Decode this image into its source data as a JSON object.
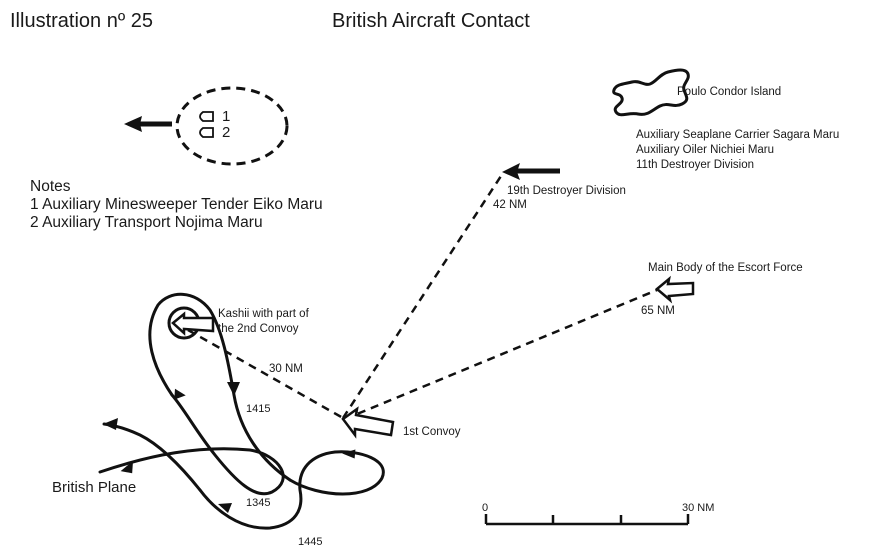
{
  "header": {
    "illustration_number": "Illustration nº 25",
    "title": "British Aircraft Contact"
  },
  "ship_group": {
    "ship_markers": [
      "1",
      "2"
    ]
  },
  "notes": {
    "heading": "Notes",
    "items": [
      "1 Auxiliary Minesweeper Tender Eiko Maru",
      "2 Auxiliary Transport Nojima Maru"
    ]
  },
  "island": {
    "name": "Poulo Condor Island",
    "units": [
      "Auxiliary Seaplane Carrier Sagara Maru",
      "Auxiliary Oiler Nichiei Maru",
      "11th Destroyer Division"
    ]
  },
  "forces": {
    "destroyer_division_19": {
      "label": "19th Destroyer Division",
      "distance": "42 NM"
    },
    "main_body": {
      "label": "Main Body of the Escort Force",
      "distance": "65 NM"
    },
    "kashii": {
      "label_line1": "Kashii with part of",
      "label_line2": "the 2nd Convoy",
      "distance": "30 NM"
    },
    "first_convoy": {
      "label": "1st Convoy"
    }
  },
  "plane_track": {
    "label": "British Plane",
    "times": [
      "1415",
      "1345",
      "1445"
    ]
  },
  "scale_bar": {
    "start_label": "0",
    "end_label": "30 NM",
    "length_nm": 30,
    "divisions": 3
  },
  "colors": {
    "ink": "#111111",
    "background": "#ffffff"
  }
}
